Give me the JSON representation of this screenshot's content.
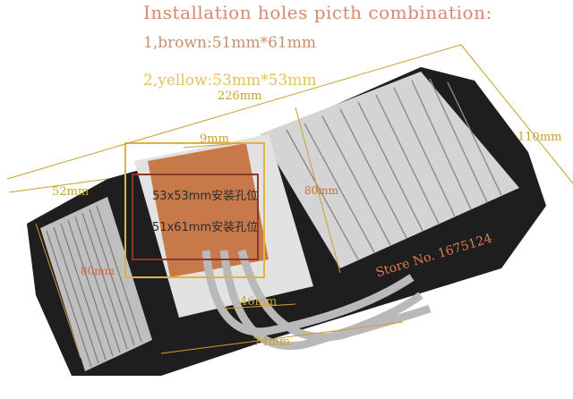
{
  "heading": "Installation holes picth combination:",
  "option_brown": "1,brown:51mm*61mm",
  "option_yellow": "2,yellow:53mm*53mm",
  "dimensions": {
    "overall_length": "226mm",
    "height": "110mm",
    "left_width": "52mm",
    "gap": "9mm",
    "center_height": "80mm",
    "left_height": "80mm",
    "pipe_span": "46mm",
    "bottom_span": "74mm"
  },
  "labels": {
    "hole_53": "53x53mm安装孔位",
    "hole_51": "51x61mm安装孔位"
  },
  "watermark": "Store No. 1675124",
  "colors": {
    "dimension_lines": "#c9a034",
    "brown_box": "#8b3a2a",
    "yellow_box": "#e0b33a",
    "heatsink_dark": "#1e1e1e",
    "fins": "#cfcfcf",
    "copper": "#c8794a"
  }
}
